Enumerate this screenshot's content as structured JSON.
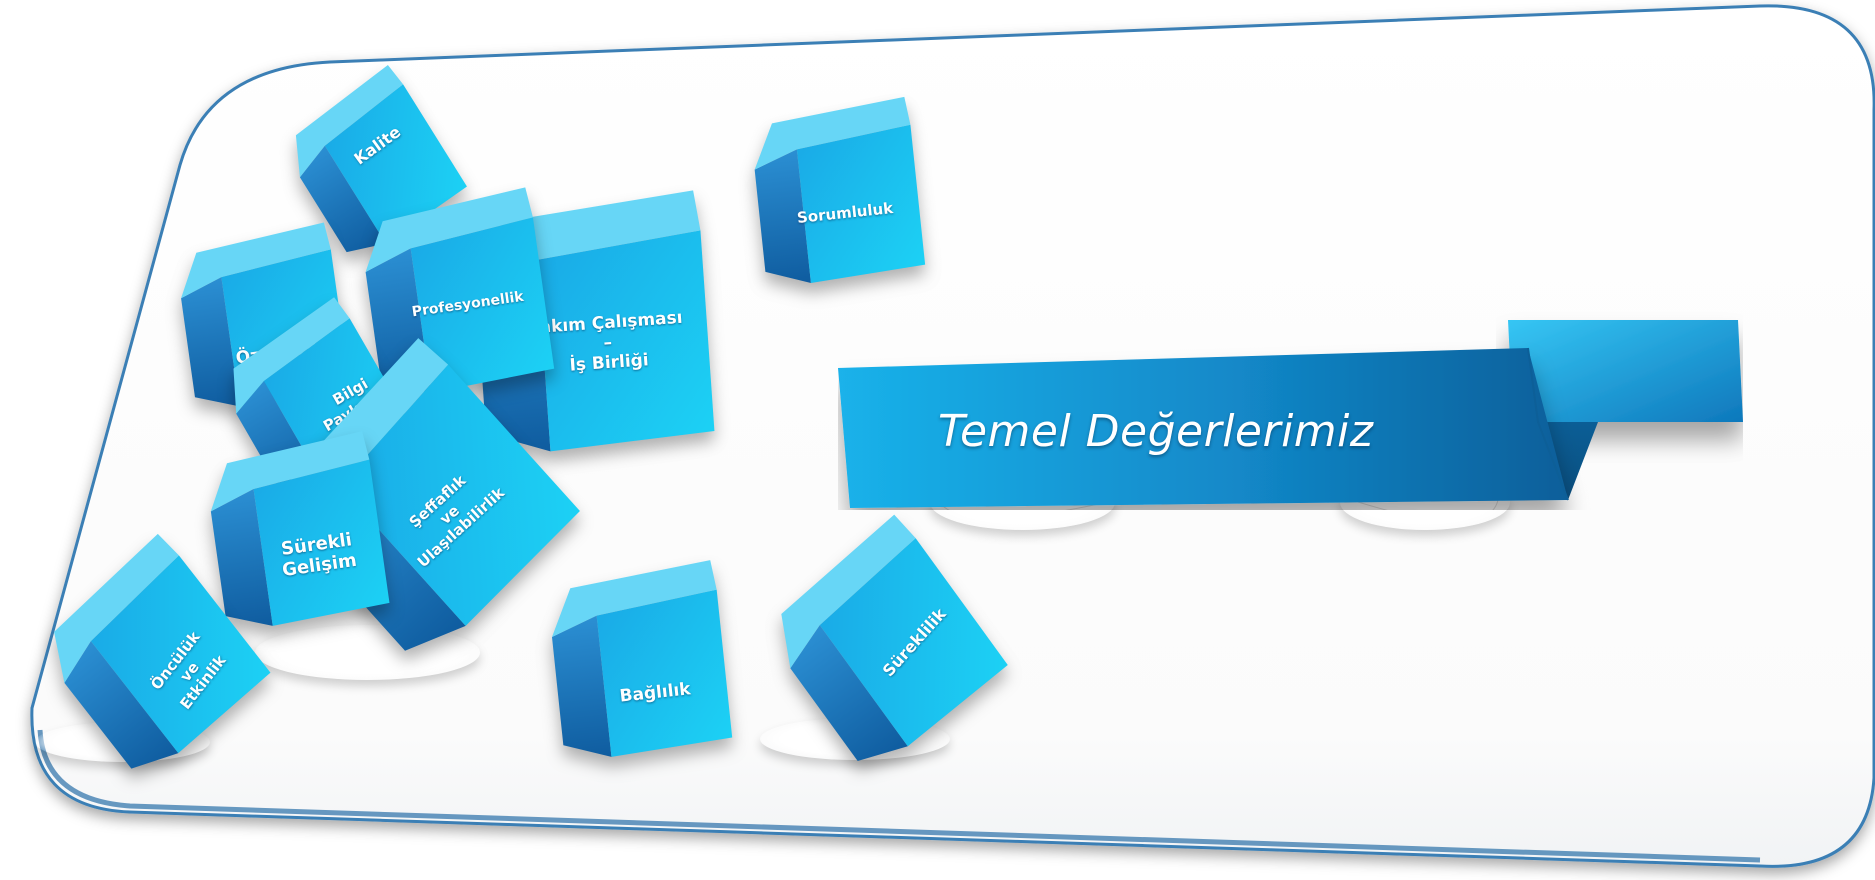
{
  "title": "Temel Değerlerimiz",
  "values": [
    {
      "id": "kalite",
      "lines": [
        "Kalite"
      ]
    },
    {
      "id": "sorumluluk",
      "lines": [
        "Sorumluluk"
      ]
    },
    {
      "id": "ozguven",
      "lines": [
        "Özgüven"
      ]
    },
    {
      "id": "profesyonellik",
      "lines": [
        "Profesyonellik"
      ]
    },
    {
      "id": "takim",
      "lines": [
        "Takım Çalışması",
        "–",
        "İş Birliği"
      ]
    },
    {
      "id": "bilgi",
      "lines": [
        "Bilgi",
        "Paylaşımı"
      ]
    },
    {
      "id": "seffaflik",
      "lines": [
        "Şeffaflık",
        "ve",
        "Ulaşılabilirlik"
      ]
    },
    {
      "id": "surekli",
      "lines": [
        "Sürekli",
        "Gelişim"
      ]
    },
    {
      "id": "onculuk",
      "lines": [
        "Öncülük",
        "ve",
        "Etkinlik"
      ]
    },
    {
      "id": "baglilik",
      "lines": [
        "Bağlılık"
      ]
    },
    {
      "id": "sureklilik",
      "lines": [
        "Süreklilik"
      ]
    }
  ],
  "colors": {
    "cube_top": "#67d6f6",
    "cube_left": "#1a78c0",
    "cube_right": "#19c4ee",
    "banner_main": "#1696d6",
    "banner_tail": "#0f6fae",
    "frame_edge": "#3a7fb5"
  }
}
